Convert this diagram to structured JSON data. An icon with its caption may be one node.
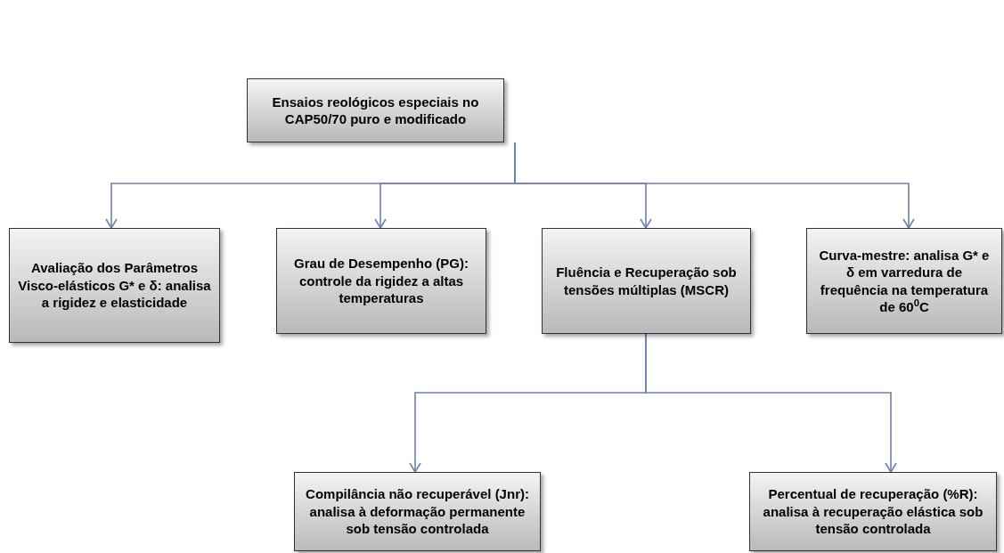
{
  "diagram": {
    "nodes": [
      {
        "text": [
          "Ensaios reológicos especiais no CAP50/70 puro e modificado"
        ]
      },
      {
        "text": [
          "Avaliação dos Parâmetros Visco-elásticos G* e δ: analisa a rigidez e elasticidade"
        ]
      },
      {
        "text": [
          "Grau de Desempenho (PG): controle da rigidez a altas temperaturas"
        ]
      },
      {
        "text": [
          "Fluência e Recuperação sob tensões múltiplas (MSCR)"
        ]
      },
      {
        "text": [
          "Curva-mestre: analisa G* e δ em varredura de frequência na temperatura de 60$^{0}$C"
        ]
      },
      {
        "text": [
          "Compilância não recuperável (Jnr): analisa à deformação permanente sob tensão controlada"
        ]
      },
      {
        "text": [
          "Percentual de recuperação (%R): analisa à recuperação elástica sob tensão controlada"
        ]
      }
    ],
    "edges": [
      {
        "from": 0,
        "to": 1,
        "arrow": "to"
      },
      {
        "from": 0,
        "to": 2,
        "arrow": "to"
      },
      {
        "from": 0,
        "to": 3,
        "arrow": "to"
      },
      {
        "from": 0,
        "to": 4,
        "arrow": "to"
      },
      {
        "from": 3,
        "to": 5,
        "arrow": "to"
      },
      {
        "from": 3,
        "to": 6,
        "arrow": "to"
      }
    ]
  }
}
